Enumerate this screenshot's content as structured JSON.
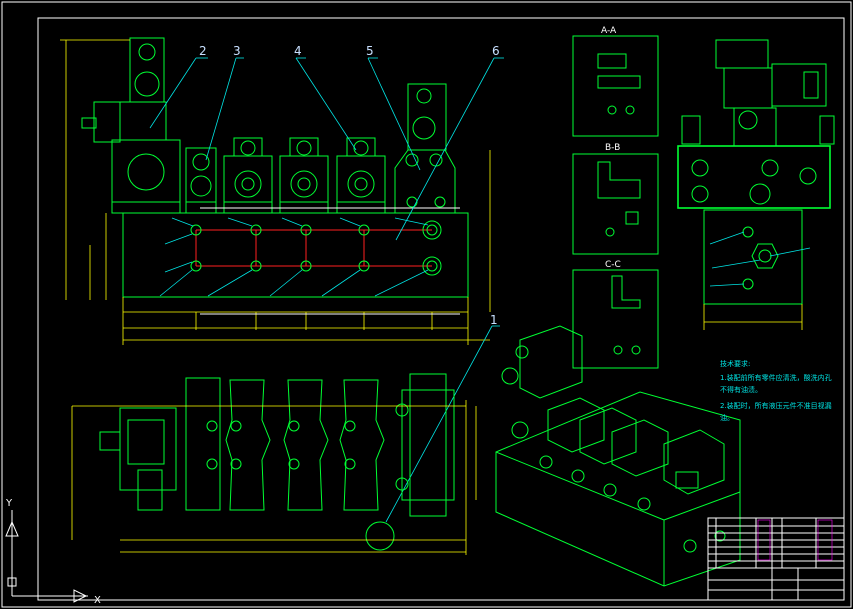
{
  "balloons": [
    {
      "id": "1",
      "label": "1"
    },
    {
      "id": "2",
      "label": "2"
    },
    {
      "id": "3",
      "label": "3"
    },
    {
      "id": "4",
      "label": "4"
    },
    {
      "id": "5",
      "label": "5"
    },
    {
      "id": "6",
      "label": "6"
    }
  ],
  "sections": {
    "aa": "A-A",
    "bb": "B-B",
    "cc": "C-C"
  },
  "notes": {
    "title": "技术要求:",
    "line1": "1.装配前所有零件应清洗，酸洗内孔",
    "line1b": "不得有油渍。",
    "line2": "2.装配时，所有液压元件不准目视漏",
    "line2b": "油。"
  },
  "axes": {
    "x": "X",
    "y": "Y"
  },
  "colors": {
    "background": "#000000",
    "outline": "#00ff33",
    "frame": "#ffffff",
    "dimension": "#ffff00",
    "leader": "#00e5e5",
    "centerline": "#ff2020",
    "hatch": "#cc33cc"
  }
}
